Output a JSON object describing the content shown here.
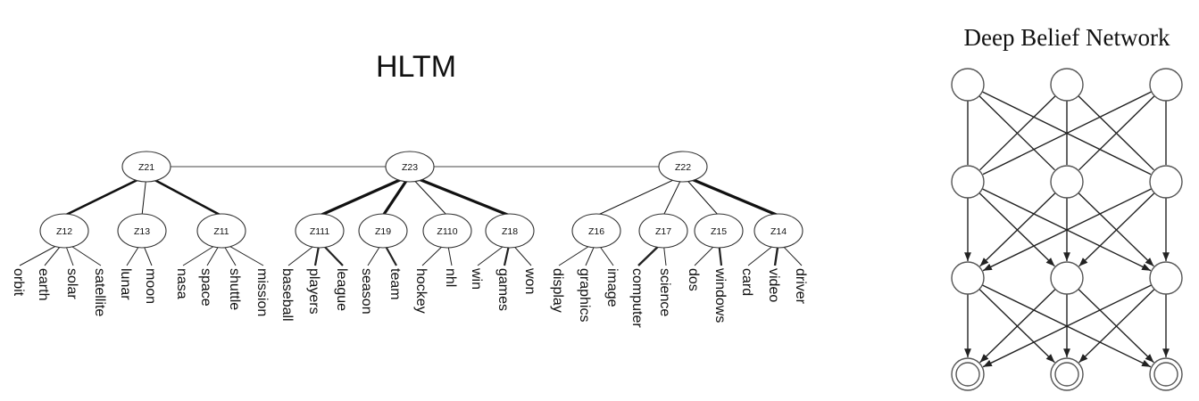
{
  "hltm": {
    "title": "HLTM",
    "top_nodes": [
      "Z21",
      "Z23",
      "Z22"
    ],
    "groups": [
      {
        "label": "Z12",
        "parent": 0,
        "words": [
          "orbit",
          "earth",
          "solar",
          "satellite"
        ]
      },
      {
        "label": "Z13",
        "parent": 0,
        "words": [
          "lunar",
          "moon"
        ]
      },
      {
        "label": "Z11",
        "parent": 0,
        "words": [
          "nasa",
          "space",
          "shuttle",
          "mission"
        ]
      },
      {
        "label": "Z111",
        "parent": 1,
        "words": [
          "baseball",
          "players",
          "league"
        ]
      },
      {
        "label": "Z19",
        "parent": 1,
        "words": [
          "season",
          "team"
        ]
      },
      {
        "label": "Z110",
        "parent": 1,
        "words": [
          "hockey",
          "nhl"
        ]
      },
      {
        "label": "Z18",
        "parent": 1,
        "words": [
          "win",
          "games",
          "won"
        ]
      },
      {
        "label": "Z16",
        "parent": 2,
        "words": [
          "display",
          "graphics",
          "image"
        ]
      },
      {
        "label": "Z17",
        "parent": 2,
        "words": [
          "computer",
          "science"
        ]
      },
      {
        "label": "Z15",
        "parent": 2,
        "words": [
          "dos",
          "windows"
        ]
      },
      {
        "label": "Z14",
        "parent": 2,
        "words": [
          "card",
          "video",
          "driver"
        ]
      }
    ]
  },
  "dbn": {
    "title": "Deep Belief Network",
    "layers": 4,
    "nodes_per_layer": 3
  }
}
